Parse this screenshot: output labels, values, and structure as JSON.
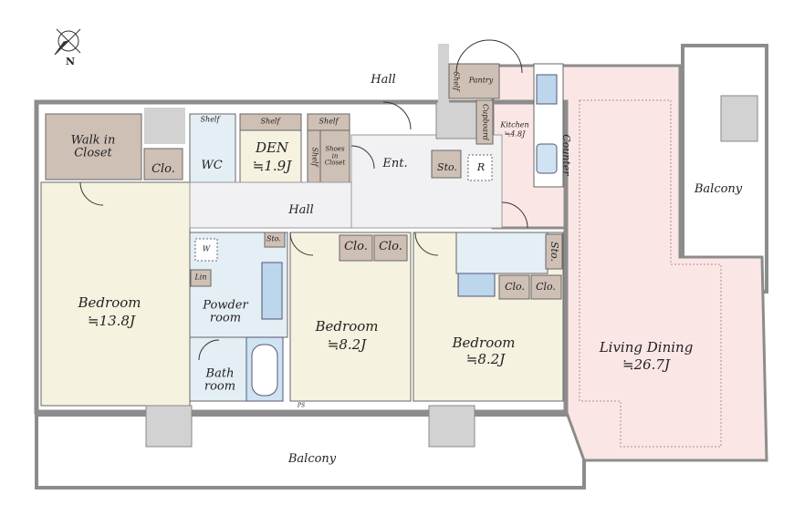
{
  "plan": {
    "compass": "N",
    "rooms": {
      "walk_in_closet": "Walk in Closet",
      "clo_left": "Clo.",
      "bedroom1": "Bedroom",
      "bedroom1_size": "≒13.8J",
      "wc": "WC",
      "den": "DEN",
      "den_size": "≒1.9J",
      "shelf_wc": "Shelf",
      "shelf_den": "Shelf",
      "shelf_shoe": "Shelf",
      "shelf_vert": "Shelf",
      "shoes_in_closet": "Shoes in Closet",
      "hall_top": "Hall",
      "hall": "Hall",
      "ent": "Ent.",
      "sto_ent": "Sto.",
      "r": "R",
      "shelf_pantry": "Shelf",
      "pantry": "Pantry",
      "cupboard": "Cupboard",
      "kitchen": "Kitchen",
      "kitchen_size": "≒4.8J",
      "counter": "Counter",
      "balcony_right": "Balcony",
      "w": "W",
      "sto_small": "Sto.",
      "lin": "Lin",
      "powder_room": "Powder room",
      "bath_room": "Bath room",
      "ps": "PS",
      "clo_mid1": "Clo.",
      "clo_mid2": "Clo.",
      "bedroom2": "Bedroom",
      "bedroom2_size": "≒8.2J",
      "sto_right": "Sto.",
      "clo_right1": "Clo.",
      "clo_right2": "Clo.",
      "bedroom3": "Bedroom",
      "bedroom3_size": "≒8.2J",
      "living_dining": "Living Dining",
      "living_dining_size": "≒26.7J",
      "balcony_bottom": "Balcony"
    },
    "colors": {
      "wall": "#8c8c8c",
      "wall_fill": "#d2d2d2",
      "bedroom": "#f6f2e0",
      "storage": "#cfc0b6",
      "wet": "#e4eef5",
      "living": "#fbe6e6",
      "hall": "#f1f1f4"
    }
  }
}
